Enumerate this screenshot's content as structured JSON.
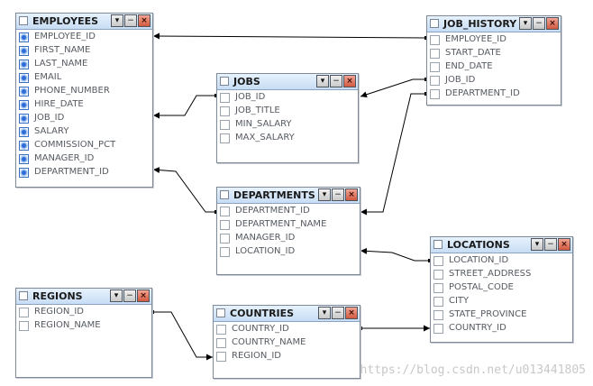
{
  "tables": [
    {
      "key": "employees",
      "title": "EMPLOYEES",
      "fields": [
        "EMPLOYEE_ID",
        "FIRST_NAME",
        "LAST_NAME",
        "EMAIL",
        "PHONE_NUMBER",
        "HIRE_DATE",
        "JOB_ID",
        "SALARY",
        "COMMISSION_PCT",
        "MANAGER_ID",
        "DEPARTMENT_ID"
      ],
      "fields_selected": true
    },
    {
      "key": "job_history",
      "title": "JOB_HISTORY",
      "fields": [
        "EMPLOYEE_ID",
        "START_DATE",
        "END_DATE",
        "JOB_ID",
        "DEPARTMENT_ID"
      ],
      "fields_selected": false
    },
    {
      "key": "jobs",
      "title": "JOBS",
      "fields": [
        "JOB_ID",
        "JOB_TITLE",
        "MIN_SALARY",
        "MAX_SALARY"
      ],
      "fields_selected": false
    },
    {
      "key": "departments",
      "title": "DEPARTMENTS",
      "fields": [
        "DEPARTMENT_ID",
        "DEPARTMENT_NAME",
        "MANAGER_ID",
        "LOCATION_ID"
      ],
      "fields_selected": false
    },
    {
      "key": "locations",
      "title": "LOCATIONS",
      "fields": [
        "LOCATION_ID",
        "STREET_ADDRESS",
        "POSTAL_CODE",
        "CITY",
        "STATE_PROVINCE",
        "COUNTRY_ID"
      ],
      "fields_selected": false
    },
    {
      "key": "regions",
      "title": "REGIONS",
      "fields": [
        "REGION_ID",
        "REGION_NAME"
      ],
      "fields_selected": false
    },
    {
      "key": "countries",
      "title": "COUNTRIES",
      "fields": [
        "COUNTRY_ID",
        "COUNTRY_NAME",
        "REGION_ID"
      ],
      "fields_selected": false
    }
  ],
  "relationships": [
    {
      "from": "job_history.EMPLOYEE_ID",
      "to": "employees.EMPLOYEE_ID"
    },
    {
      "from": "job_history.JOB_ID",
      "to": "jobs.JOB_ID"
    },
    {
      "from": "job_history.DEPARTMENT_ID",
      "to": "departments.DEPARTMENT_ID"
    },
    {
      "from": "jobs.JOB_ID",
      "to": "employees.JOB_ID"
    },
    {
      "from": "departments.DEPARTMENT_ID",
      "to": "employees.DEPARTMENT_ID"
    },
    {
      "from": "locations.LOCATION_ID",
      "to": "departments.LOCATION_ID"
    },
    {
      "from": "regions.REGION_ID",
      "to": "countries.REGION_ID"
    },
    {
      "from": "countries.COUNTRY_ID",
      "to": "locations.COUNTRY_ID"
    }
  ],
  "window_buttons": {
    "dropdown": "▾",
    "minimize": "−",
    "close": "×"
  },
  "watermark": "https://blog.csdn.net/u013441805",
  "colors": {
    "header": "#c7ddf4",
    "line": "#000000",
    "close_button": "#d2593e"
  }
}
